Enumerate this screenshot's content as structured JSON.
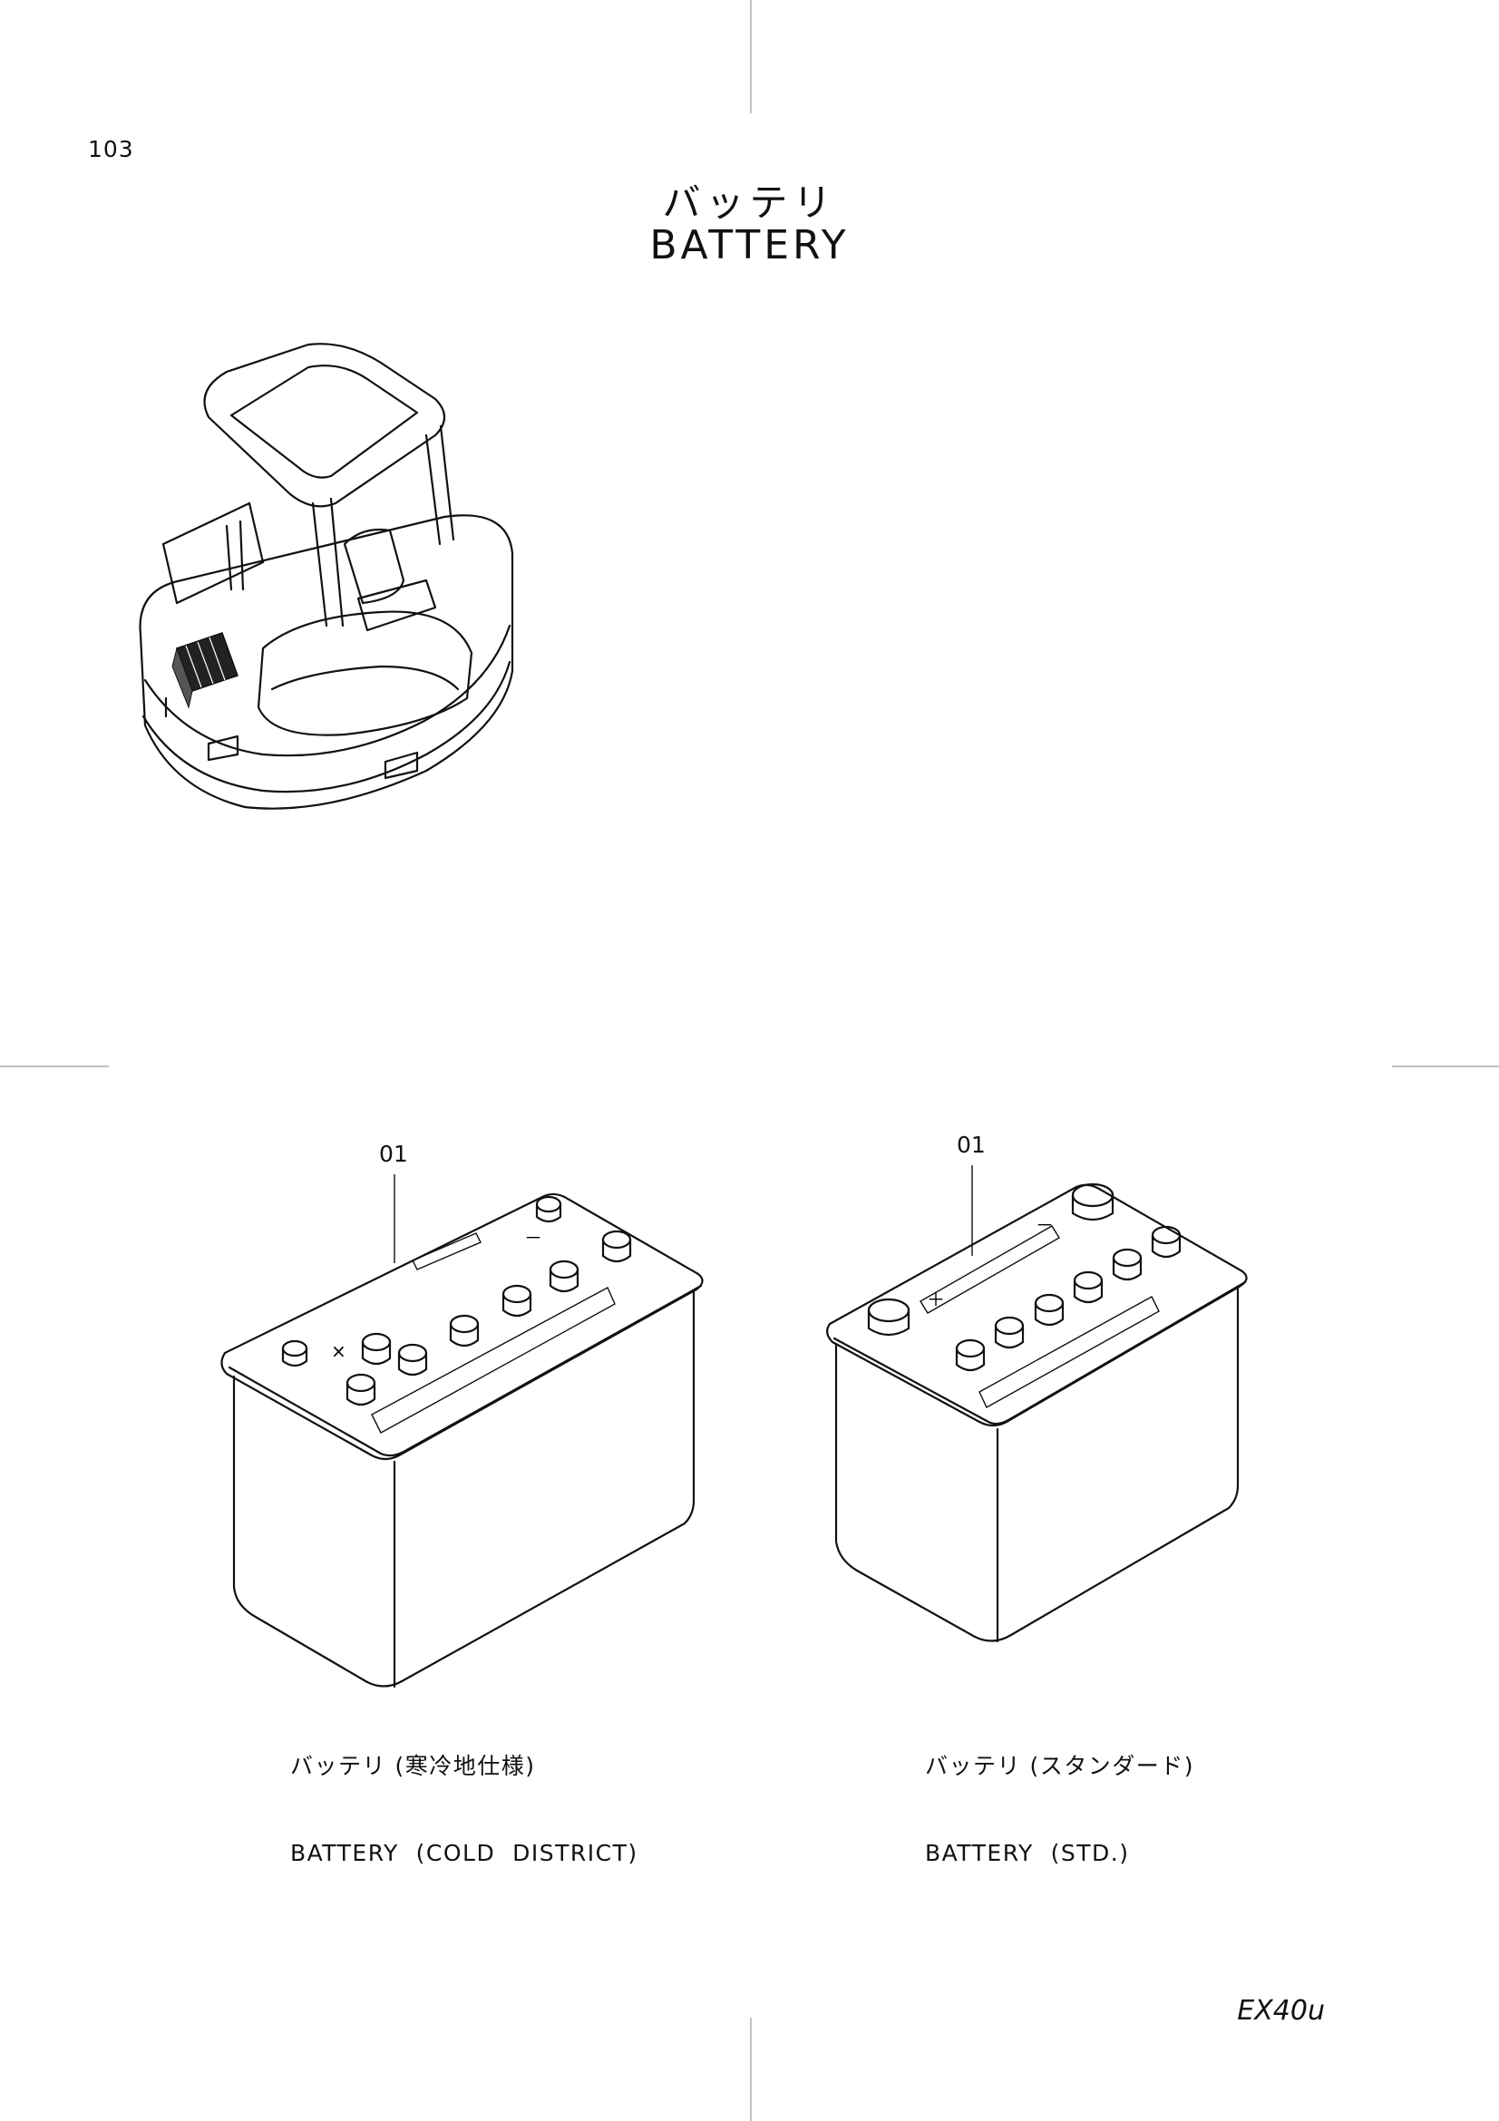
{
  "page": {
    "page_number": "103",
    "title_jp": "バッテリ",
    "title_en": "BATTERY",
    "model_code": "EX40u"
  },
  "figures": [
    {
      "ref_number": "01",
      "caption_jp": "バッテリ (寒冷地仕様)",
      "caption_en": "BATTERY  (COLD  DISTRICT)",
      "terminal_marks": [
        "×",
        "－"
      ]
    },
    {
      "ref_number": "01",
      "caption_jp": "バッテリ (スタンダード)",
      "caption_en": "BATTERY  (STD.)",
      "terminal_marks": [
        "＋",
        "－"
      ]
    }
  ]
}
